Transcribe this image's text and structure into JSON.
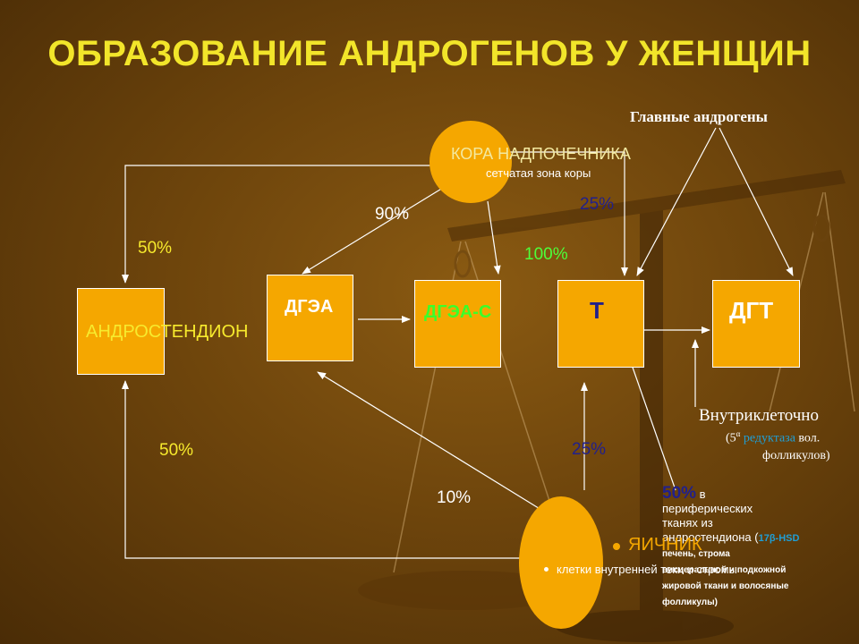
{
  "title": "ОБРАЗОВАНИЕ АНДРОГЕНОВ У ЖЕНЩИН",
  "main_androgens_label": "Главные андрогены",
  "adrenal": {
    "label": "КОРА НАДПОЧЕЧНИКА",
    "sublabel": "сетчатая зона коры"
  },
  "boxes": {
    "androstenedione": "АНДРОСТЕНДИОН",
    "dhea": "ДГЭА",
    "dheas": "ДГЭА-С",
    "t": "Т",
    "dht": "ДГТ"
  },
  "percents": {
    "adrenal_to_dhea": "90%",
    "adrenal_to_t": "25%",
    "adrenal_to_dheas": "100%",
    "adrenal_to_andro": "50%",
    "ovary_to_andro": "50%",
    "ovary_to_dhea": "10%",
    "ovary_to_t": "25%"
  },
  "intracellular": {
    "line1": "Внутриклеточно",
    "open": "(5",
    "sup": "α",
    "enzyme": " редуктаза",
    "rest": " вол.",
    "line3": "фолликулов)"
  },
  "peripheral": {
    "pct": "50%",
    "line1": " в",
    "line2": "периферических",
    "line3": "тканях из",
    "line4": "андростендиона (",
    "enzyme": "17β-HSD",
    "line5": "печень, строма",
    "line6": "висцеральной и подкожной",
    "line7": "жировой ткани и волосяные",
    "line8": "фолликулы)"
  },
  "ovary": {
    "label": "ЯИЧНИК",
    "sublabel": "клетки внутренней теки и стромы"
  },
  "colors": {
    "box_fill": "#f5a700",
    "title": "#f2e52a",
    "label_yellow": "#f7ea2d",
    "green": "#4dff3a",
    "navy": "#21208c"
  }
}
